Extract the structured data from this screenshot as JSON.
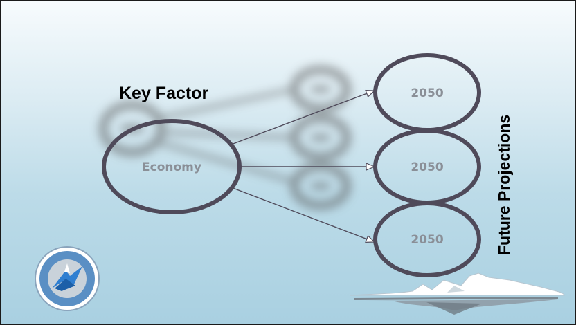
{
  "heading": {
    "key_factor": "Key Factor",
    "future_projections": "Future Projections"
  },
  "nodes": {
    "center": "Economy",
    "outcomes": [
      "2050",
      "2050",
      "2050"
    ]
  },
  "colors": {
    "ellipse_stroke": "#4f4a5a",
    "label_text": "#8a8f97",
    "arrow": "#4f4a5a",
    "logo_ring": "#5a8fc4"
  },
  "icons": {
    "logo": "search-logo-icon",
    "illustration": "iceberg-illustration"
  }
}
